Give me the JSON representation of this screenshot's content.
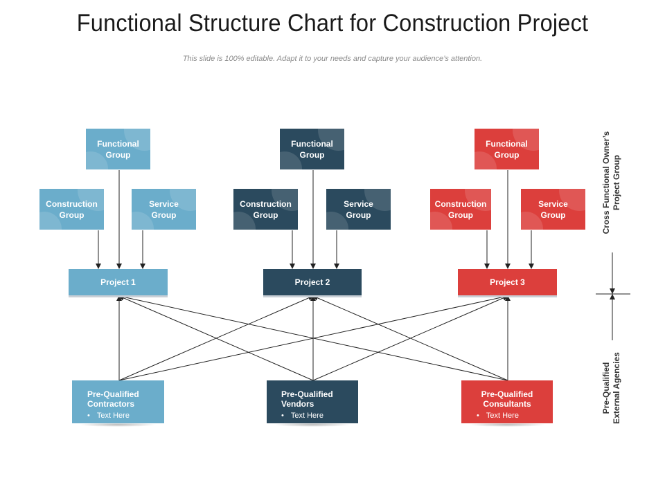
{
  "title": "Functional Structure Chart for Construction Project",
  "subtitle": "This slide is 100% editable. Adapt it to your needs and capture your audience’s attention.",
  "colors": {
    "blue": "#6badcb",
    "navy": "#2b4a5e",
    "red": "#dc3f3c"
  },
  "columns": [
    {
      "functional": [
        "Functional",
        "Group"
      ],
      "construction": [
        "Construction",
        "Group"
      ],
      "service": [
        "Service",
        "Group"
      ],
      "project": "Project 1"
    },
    {
      "functional": [
        "Functional",
        "Group"
      ],
      "construction": [
        "Construction",
        "Group"
      ],
      "service": [
        "Service",
        "Group"
      ],
      "project": "Project 2"
    },
    {
      "functional": [
        "Functional",
        "Group"
      ],
      "construction": [
        "Construction",
        "Group"
      ],
      "service": [
        "Service",
        "Group"
      ],
      "project": "Project 3"
    }
  ],
  "agencies": [
    {
      "line1": "Pre-Qualified",
      "line2": "Contractors",
      "bullet": "Text Here"
    },
    {
      "line1": "Pre-Qualified",
      "line2": "Vendors",
      "bullet": "Text Here"
    },
    {
      "line1": "Pre-Qualified",
      "line2": "Consultants",
      "bullet": "Text Here"
    }
  ],
  "side_labels": {
    "top": [
      "Cross Functional Owner’s",
      "Project Group"
    ],
    "bottom": [
      "Pre-Qualified",
      "External Agencies"
    ]
  }
}
